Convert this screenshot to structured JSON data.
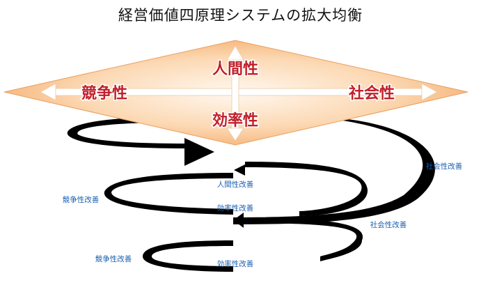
{
  "title": "経営価値四原理システムの拡大均衡",
  "diamond": {
    "top": "人間性",
    "left": "競争性",
    "right": "社会性",
    "bottom": "効率性"
  },
  "spiral_notes": {
    "humanity_improvement": "人間性改善",
    "efficiency_improvement_1": "効率性改善",
    "efficiency_improvement_2": "効率性改善",
    "social_improvement_1": "社会性改善",
    "social_improvement_2": "社会性改善",
    "competition_improvement_1": "競争性改善",
    "competition_improvement_2": "競争性改善"
  },
  "colors": {
    "diamond_fill_light": "#fff6ec",
    "diamond_fill_dark": "#f6b884",
    "label_red": "#c0202a",
    "spiral": "#000000",
    "note_blue": "#1a5fb0"
  }
}
